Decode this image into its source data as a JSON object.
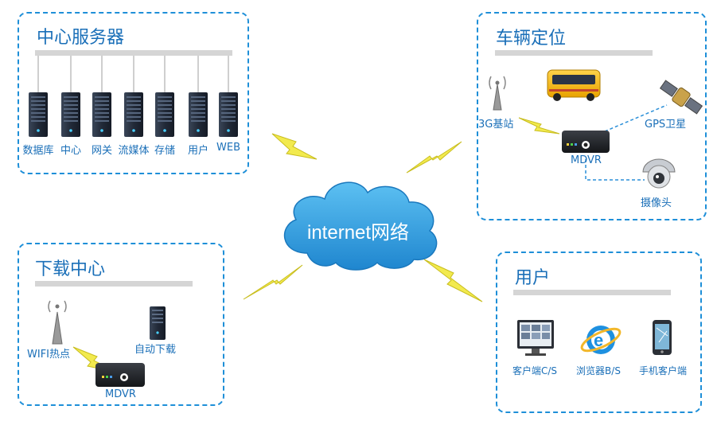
{
  "center": {
    "cloud_label": "internet网络"
  },
  "server_panel": {
    "title": "中心服务器",
    "servers": [
      {
        "label": "数据库"
      },
      {
        "label": "中心"
      },
      {
        "label": "网关"
      },
      {
        "label": "流媒体"
      },
      {
        "label": "存储"
      },
      {
        "label": "用户"
      },
      {
        "label": "WEB"
      }
    ]
  },
  "vehicle_panel": {
    "title": "车辆定位",
    "base_station_label": "3G基站",
    "gps_label": "GPS卫星",
    "mdvr_label": "MDVR",
    "camera_label": "摄像头"
  },
  "download_panel": {
    "title": "下载中心",
    "wifi_label": "WIFI热点",
    "auto_download_label": "自动下载",
    "mdvr_label": "MDVR"
  },
  "user_panel": {
    "title": "用户",
    "clients": [
      {
        "label": "客户端C/S"
      },
      {
        "label": "浏览器B/S"
      },
      {
        "label": "手机客户端"
      }
    ]
  },
  "colors": {
    "accent": "#1e8fd8",
    "title_text": "#1a6fb8",
    "cloud": "#2ea3e6",
    "lightning": "#f2ea4e",
    "rail": "#d5d5d5",
    "server_body": "#2a3446"
  }
}
